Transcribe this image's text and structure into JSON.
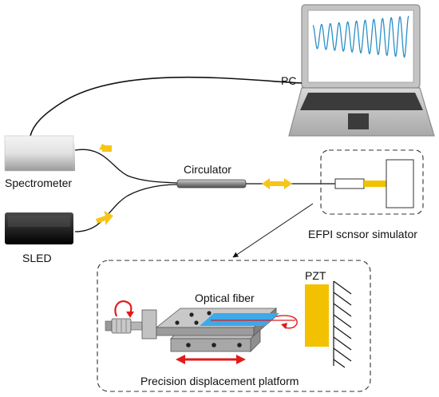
{
  "labels": {
    "pc": "PC",
    "spectrometer": "Spectrometer",
    "circulator": "Circulator",
    "sled": "SLED",
    "efpi": "EFPI scnsor simulator",
    "pzt": "PZT",
    "optical_fiber": "Optical fiber",
    "platform": "Precision displacement platform"
  },
  "colors": {
    "arrow_yellow": "#f5c518",
    "pzt_yellow": "#f2c200",
    "laptop_gray": "#b8b8b8",
    "screen_wave": "#2a8fc8",
    "platform_blue": "#3da9e8",
    "motion_red": "#e01b1b",
    "device_dark": "#2a2a2a",
    "spectrometer_light": "#e6e6e6"
  },
  "icons": [
    "laptop-icon",
    "spectrometer-device",
    "sled-device",
    "circulator-device",
    "pzt-block",
    "wall-hatch",
    "rotation-arrow-icon",
    "double-arrow-icon"
  ]
}
